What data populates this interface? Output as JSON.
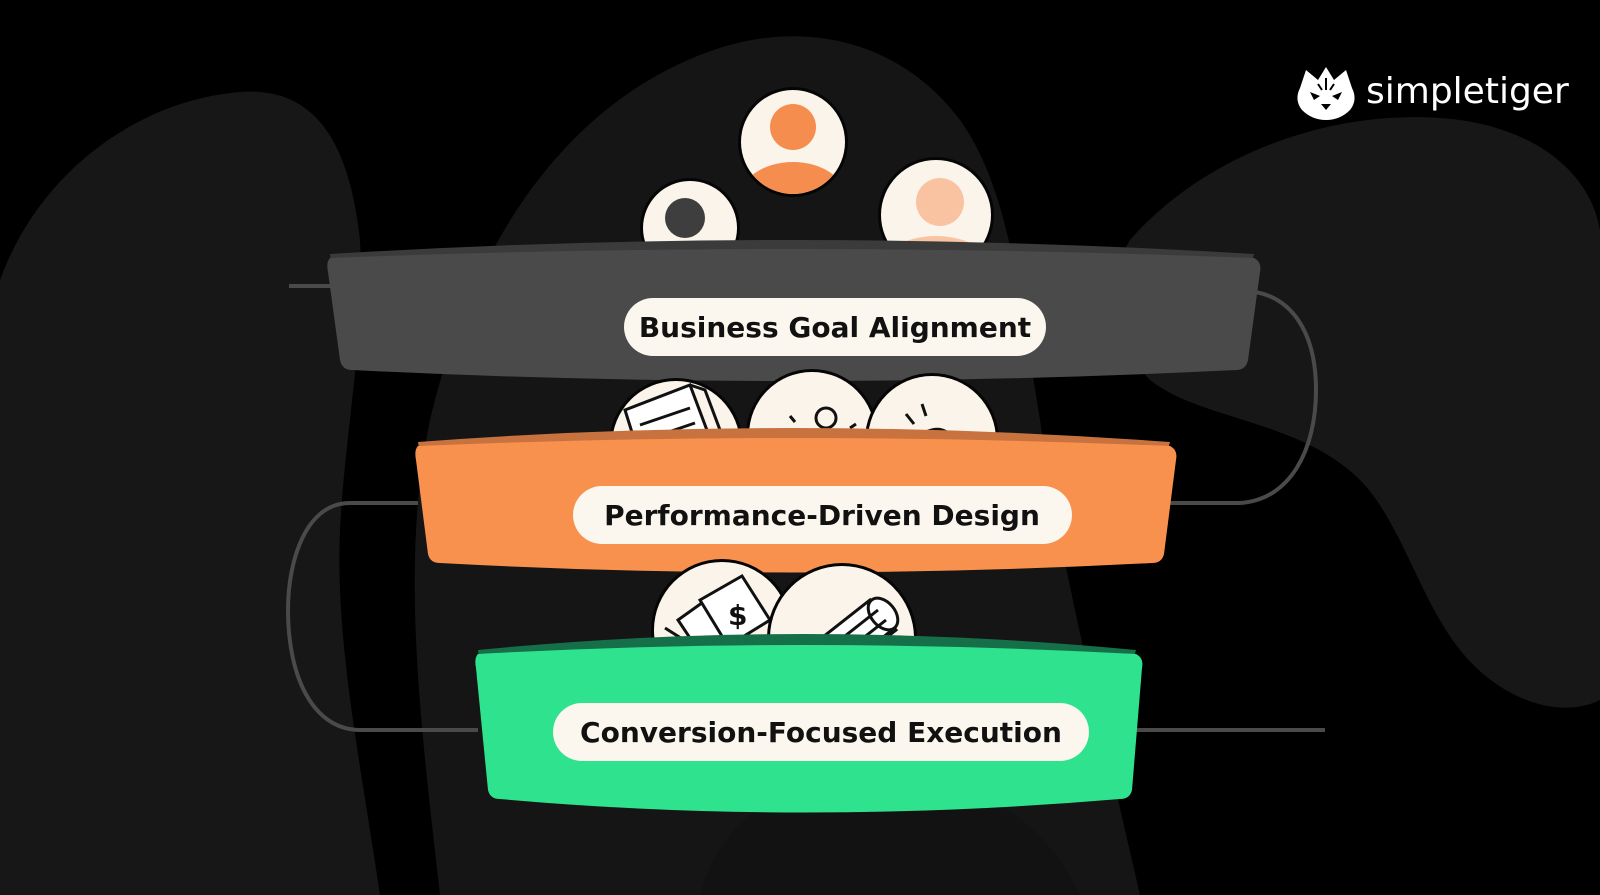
{
  "brand": {
    "name": "simpletiger",
    "logo_icon": "tiger-head-icon"
  },
  "colors": {
    "background": "#000000",
    "silhouette": "#171717",
    "connector": "#4a4a4a",
    "tier_gray": "#4a4a4b",
    "tier_gray_back": "#3b3b3c",
    "tier_orange": "#f9914e",
    "tier_orange_back": "#c8723f",
    "tier_green": "#2ee28e",
    "tier_green_back": "#157049",
    "pill": "#fbf7ee",
    "text_dark": "#111111",
    "badge_fill": "#fbf4ea",
    "accent_orange": "#f58d4f",
    "accent_peach": "#f9c3a1",
    "gray_figure": "#3e3e3e"
  },
  "funnel": {
    "tiers": [
      {
        "label": "Business Goal Alignment",
        "color": "gray",
        "icons": [
          "user-avatar-gray-icon",
          "user-avatar-orange-icon",
          "user-avatar-peach-icon"
        ]
      },
      {
        "label": "Performance-Driven Design",
        "color": "orange",
        "icons": [
          "document-icon",
          "team-brainstorm-icon",
          "lightbulb-icon"
        ]
      },
      {
        "label": "Conversion-Focused Execution",
        "color": "green",
        "icons": [
          "money-cash-icon",
          "rolled-cash-icon"
        ]
      }
    ]
  }
}
